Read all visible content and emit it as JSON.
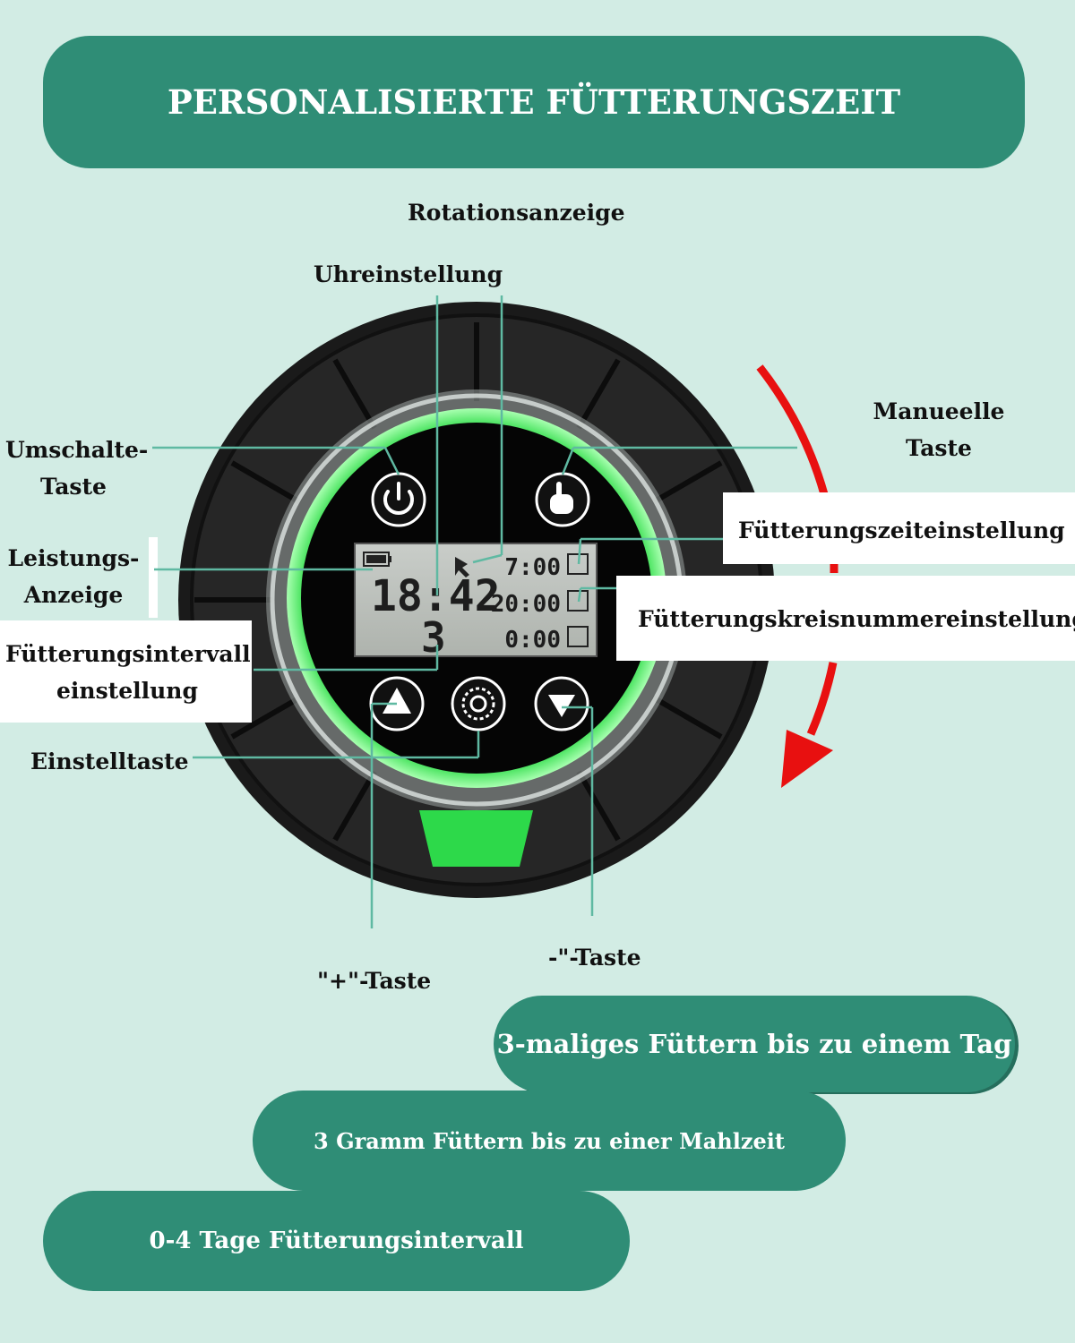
{
  "title": "PERSONALISIERTE FÜTTERUNGSZEIT",
  "labels": {
    "rotation": "Rotationsanzeige",
    "clock": "Uhreinstellung",
    "switch_line1": "Umschalte-",
    "switch_line2": "Taste",
    "power_line1": "Leistungs-",
    "power_line2": "Anzeige",
    "interval_line1": "Fütterungsintervall",
    "interval_line2": "einstellung",
    "set_button": "Einstelltaste",
    "manual_line1": "Manueelle",
    "manual_line2": "Taste",
    "feeding_time": "Fütterungszeiteinstellung",
    "feeding_cycle": "Fütterungskreisnummereinstellung",
    "plus": "\"+\"-Taste",
    "minus": "-\"-Taste"
  },
  "display": {
    "clock": "18:42",
    "interval": "3",
    "time1": "7:00",
    "time2": "20:00",
    "time3": "0:00"
  },
  "features": [
    "3-maliges Füttern bis zu einem Tag",
    "3 Gramm Füttern bis zu einer Mahlzeit",
    "0-4 Tage Fütterungsintervall"
  ],
  "colors": {
    "accent": "#2f8d76",
    "background": "#d2ece4",
    "ring_glow": "#49e35f",
    "arrow": "#e81010"
  }
}
